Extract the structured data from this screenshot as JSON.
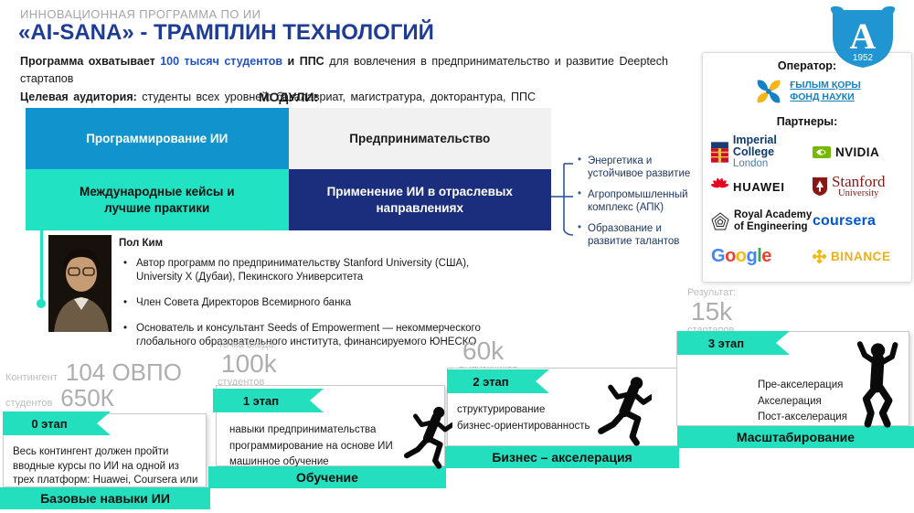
{
  "colors": {
    "teal_accent": "#21e2c2",
    "module_blue": "#1193ce",
    "module_navy": "#1b2e7d",
    "module_gray": "#f1f1f1",
    "title_blue": "#1e3c96",
    "highlight_blue": "#2053c5",
    "stat_gray": "#b3b3b3"
  },
  "header": {
    "kicker": "ИННОВАЦИОННАЯ ПРОГРАММА ПО ИИ",
    "title": "«AI-SANA» - ТРАМПЛИН ТЕХНОЛОГИЙ",
    "intro": {
      "lead_bold": "Программа охватывает",
      "highlight": "100 тысяч студентов",
      "bold2": "и ППС",
      "rest": "для вовлечения в предпринимательство и развитие Deeptech стартапов",
      "audience_label": "Целевая аудитория:",
      "audience_text": "студенты всех уровней: бакалавриат, магистратура, докторантура, ППС"
    }
  },
  "modules": {
    "heading": "МОДУЛИ:",
    "cells": [
      {
        "label": "Программирование ИИ"
      },
      {
        "label": "Предпринимательство"
      },
      {
        "label": "Международные кейсы и лучшие практики"
      },
      {
        "label": "Применение ИИ в отраслевых направлениях"
      }
    ],
    "directions": [
      "Энергетика и устойчивое развитие",
      "Агропромышленный комплекс (АПК)",
      "Образование и развитие талантов"
    ]
  },
  "crest": {
    "letter": "A",
    "year": "1952"
  },
  "operator_panel": {
    "operator_label": "Оператор:",
    "operator_line1": "ҒЫЛЫМ ҚОРЫ",
    "operator_line2": "ФОНД НАУКИ",
    "partners_label": "Партнеры:",
    "imperial": {
      "line1": "Imperial College",
      "line2": "London"
    },
    "nvidia": "NVIDIA",
    "huawei": "HUAWEI",
    "stanford": {
      "line1": "Stanford",
      "line2": "University"
    },
    "rae": {
      "line1": "Royal Academy",
      "line2": "of Engineering"
    },
    "coursera": "coursera",
    "google": {
      "g1": "G",
      "o1": "o",
      "o2": "o",
      "g2": "g",
      "l": "l",
      "e": "e"
    },
    "binance": "BINANCE"
  },
  "expert": {
    "name": "Пол Ким",
    "bullets": [
      "Автор программ по предпринимательству Stanford University (США), University X (Дубаи), Пекинского Университета",
      "Член Совета Директоров Всемирного банка",
      "Основатель и консультант Seeds of Empowerment — некоммерческого глобального образовательного института, финансируемого ЮНЕСКО"
    ]
  },
  "journey": {
    "stats": {
      "s0": {
        "rows": [
          {
            "label": "Контингент",
            "value": "104 ОВПО"
          },
          {
            "label": "студентов",
            "value": "650К"
          }
        ]
      },
      "s1": {
        "top": "Точка входа:",
        "value": "100k",
        "bottom": "студентов"
      },
      "s2": {
        "value": "60k",
        "bottom": "выпускников"
      },
      "s3": {
        "top": "Результат:",
        "value": "15k",
        "bottom": "стартапов"
      }
    },
    "steps": [
      {
        "stage": "0 этап",
        "bar": "Базовые навыки ИИ",
        "lines": [
          "Весь контингент должен пройти вводные курсы по ИИ на одной из трех платформ: Huawei, Coursera или Astana Hub."
        ]
      },
      {
        "stage": "1 этап",
        "bar": "Обучение",
        "lines": [
          "навыки предпринимательства",
          "программирование на основе ИИ",
          "машинное обучение"
        ]
      },
      {
        "stage": "2 этап",
        "bar": "Бизнес – акселерация",
        "lines": [
          "структурирование",
          "бизнес-ориентированность"
        ]
      },
      {
        "stage": "3 этап",
        "bar": "Масштабирование",
        "lines": [
          "Пре-акселерация",
          "Акселерация",
          "Пост-акселерация"
        ]
      }
    ]
  }
}
